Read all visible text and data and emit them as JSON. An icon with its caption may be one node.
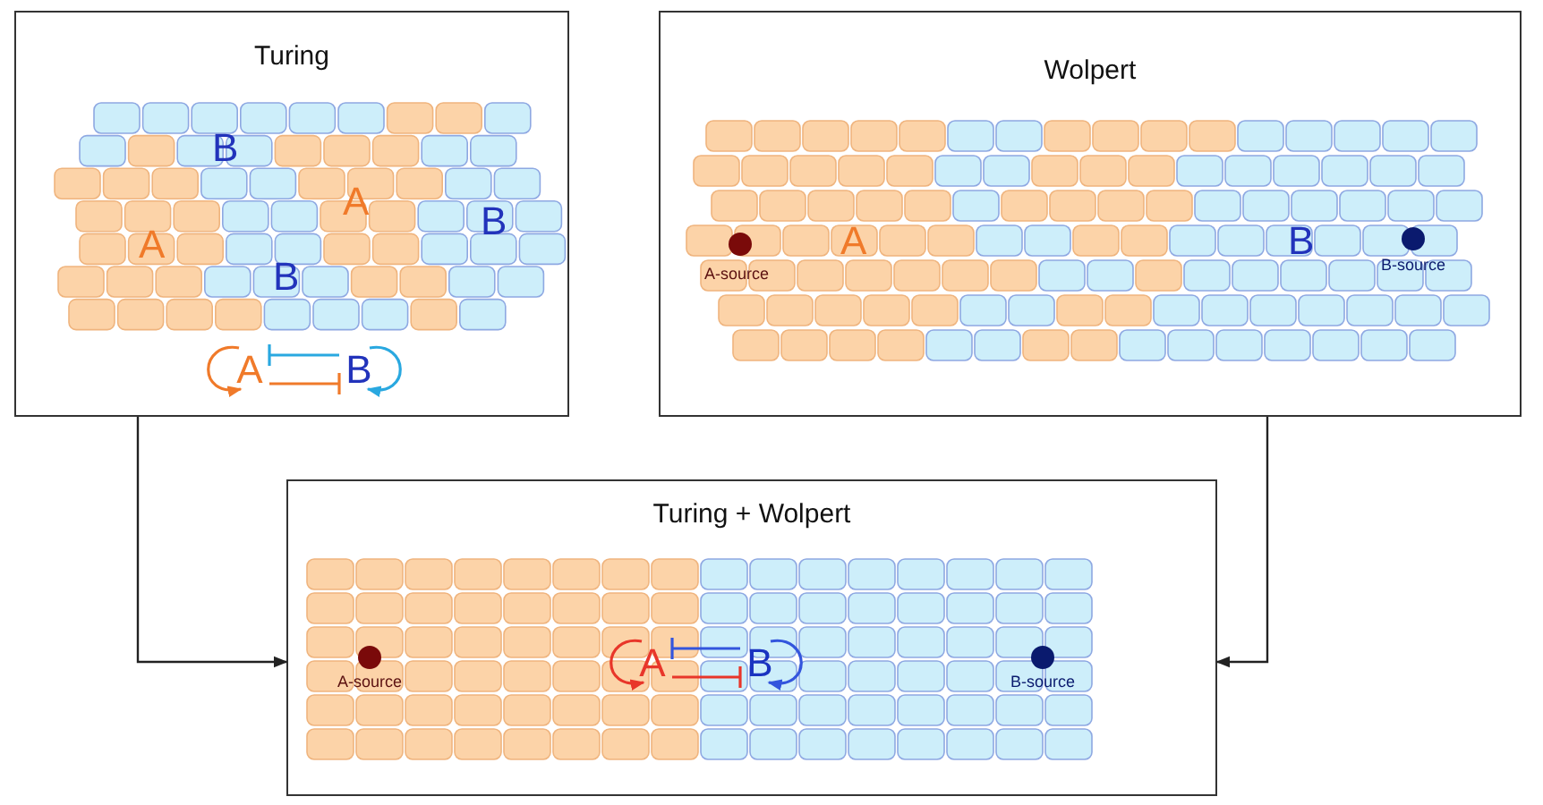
{
  "diagram": {
    "nodes": [
      {
        "text": [
          "Turing"
        ]
      },
      {
        "text": [
          "Wolpert"
        ]
      },
      {
        "text": [
          "Turing + Wolpert"
        ]
      },
      {
        "text": [
          "A"
        ],
        "in": 0
      },
      {
        "text": [
          "B"
        ],
        "in": 0
      },
      {
        "text": [
          "A"
        ],
        "in": 2
      },
      {
        "text": [
          "B"
        ],
        "in": 2
      }
    ],
    "edges": [
      {
        "from": 0,
        "to": 2,
        "arrow": "to"
      },
      {
        "from": 1,
        "to": 2,
        "arrow": "to"
      },
      {
        "from": 3,
        "to": 3,
        "arrow": "to",
        "color": "#f07a2a"
      },
      {
        "from": 4,
        "to": 3,
        "arrow": "other",
        "color": "#29a8e0"
      },
      {
        "from": 3,
        "to": 4,
        "arrow": "other",
        "color": "#f07a2a"
      },
      {
        "from": 4,
        "to": 4,
        "arrow": "to",
        "color": "#29a8e0"
      },
      {
        "from": 5,
        "to": 5,
        "arrow": "to",
        "color": "#e8362a"
      },
      {
        "from": 6,
        "to": 5,
        "arrow": "other",
        "color": "#3355dd"
      },
      {
        "from": 5,
        "to": 6,
        "arrow": "other",
        "color": "#e8362a"
      },
      {
        "from": 6,
        "to": 6,
        "arrow": "to",
        "color": "#3355dd"
      }
    ],
    "labels": [
      "B",
      "A",
      "B",
      "A",
      "B",
      "A-source",
      "A",
      "B",
      "B-source",
      "A-source",
      "B-source"
    ]
  }
}
